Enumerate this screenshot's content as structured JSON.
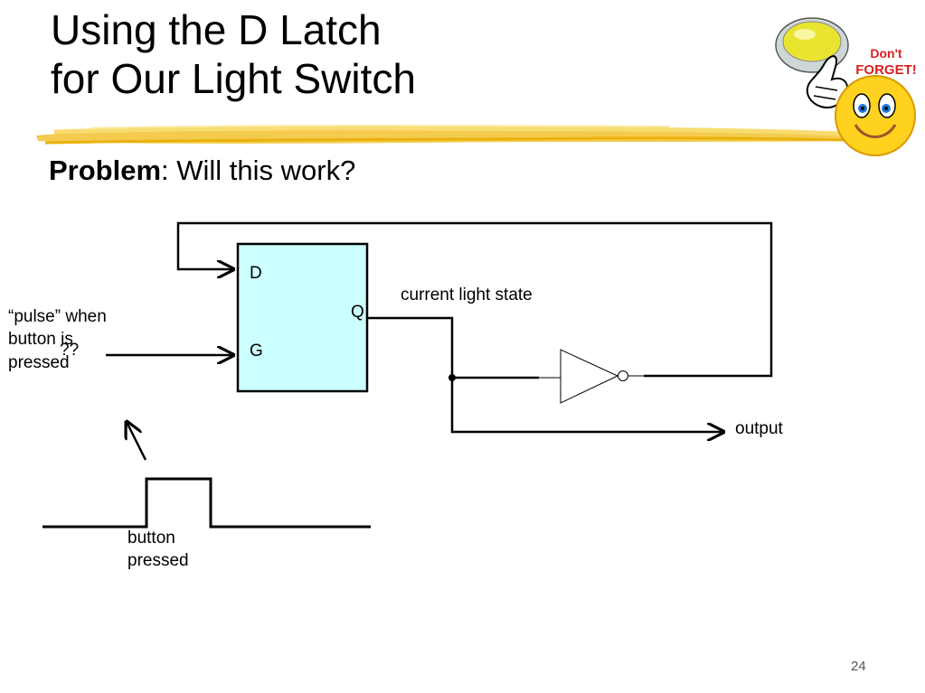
{
  "slide": {
    "title_line1": "Using the D Latch",
    "title_line2": "for Our Light Switch",
    "problem_bold": "Problem",
    "problem_rest": ": Will this work?",
    "page_number": "24"
  },
  "diagram": {
    "latch_input_d": "D",
    "latch_input_g": "G",
    "latch_output_q": "Q",
    "current_light_state": "current light state",
    "output": "output",
    "pulse_line1": "“pulse” when",
    "pulse_line2": "button is",
    "pulse_line3": "pressed",
    "question_marks": "??",
    "button_pressed_line1": "button",
    "button_pressed_line2": "pressed"
  },
  "clipart": {
    "icon": "dont-forget-smiley-icon",
    "caption_line1": "Don't",
    "caption_line2": "FORGET!"
  },
  "colors": {
    "latch_fill": "#ccffff",
    "brush_stroke": "#f2c230",
    "smiley": "#ffd21f"
  }
}
